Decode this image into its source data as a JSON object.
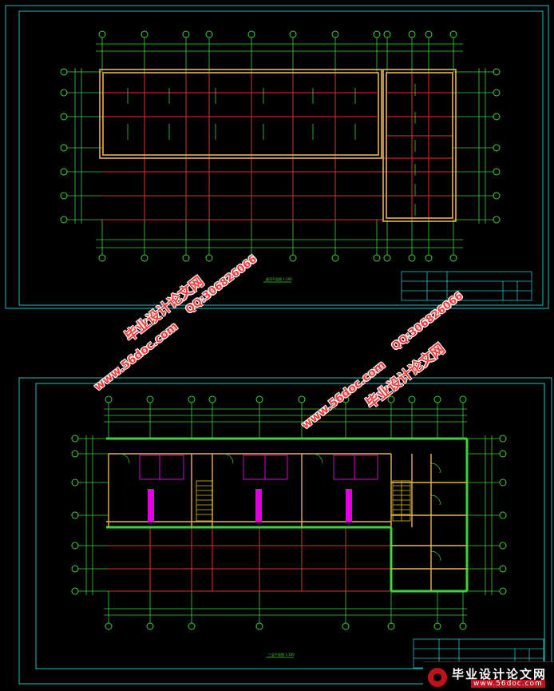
{
  "top_sheet": {
    "title": "屋顶平面图 1:100"
  },
  "bottom_sheet": {
    "title": "三层平面图 1:100"
  },
  "watermarks": {
    "site_cn": "毕业设计论文网",
    "site_url": "www.56doc.com",
    "qq": "QQ:306826066"
  },
  "logo": {
    "name": "毕业设计论文网",
    "url": "www.56doc.com"
  },
  "colors": {
    "frame": "#19c3c3",
    "axis": "#3cd23c",
    "beam": "#e03030",
    "wall": "#e6b450",
    "stair": "#e0c000",
    "fixture": "#e000e0"
  }
}
